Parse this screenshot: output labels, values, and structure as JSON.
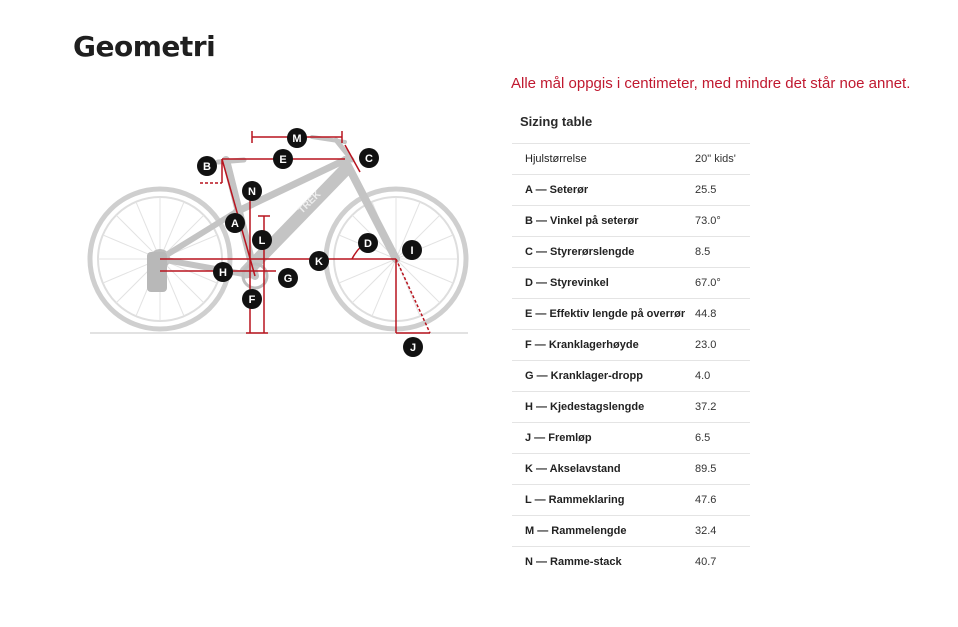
{
  "page": {
    "title": "Geometri",
    "unit_note": "Alle mål oppgis i centimeter, med mindre det står noe annet.",
    "accent_color": "#c0182f"
  },
  "diagram": {
    "frame_brand": "TREK",
    "labels": [
      "M",
      "B",
      "E",
      "C",
      "N",
      "A",
      "L",
      "D",
      "I",
      "H",
      "G",
      "K",
      "F",
      "J"
    ]
  },
  "sizing_table": {
    "title": "Sizing table",
    "rows": [
      {
        "label": "Hjulstørrelse",
        "value": "20\" kids'"
      },
      {
        "label": "A — Seterør",
        "value": "25.5"
      },
      {
        "label": "B — Vinkel på seterør",
        "value": "73.0°"
      },
      {
        "label": "C — Styrerørslengde",
        "value": "8.5"
      },
      {
        "label": "D — Styrevinkel",
        "value": "67.0°"
      },
      {
        "label": "E — Effektiv lengde på overrør",
        "value": "44.8"
      },
      {
        "label": "F — Kranklagerhøyde",
        "value": "23.0"
      },
      {
        "label": "G — Kranklager-dropp",
        "value": "4.0"
      },
      {
        "label": "H — Kjedestagslengde",
        "value": "37.2"
      },
      {
        "label": "J — Fremløp",
        "value": "6.5"
      },
      {
        "label": "K — Akselavstand",
        "value": "89.5"
      },
      {
        "label": "L — Rammeklaring",
        "value": "47.6"
      },
      {
        "label": "M — Rammelengde",
        "value": "32.4"
      },
      {
        "label": "N — Ramme-stack",
        "value": "40.7"
      }
    ]
  }
}
